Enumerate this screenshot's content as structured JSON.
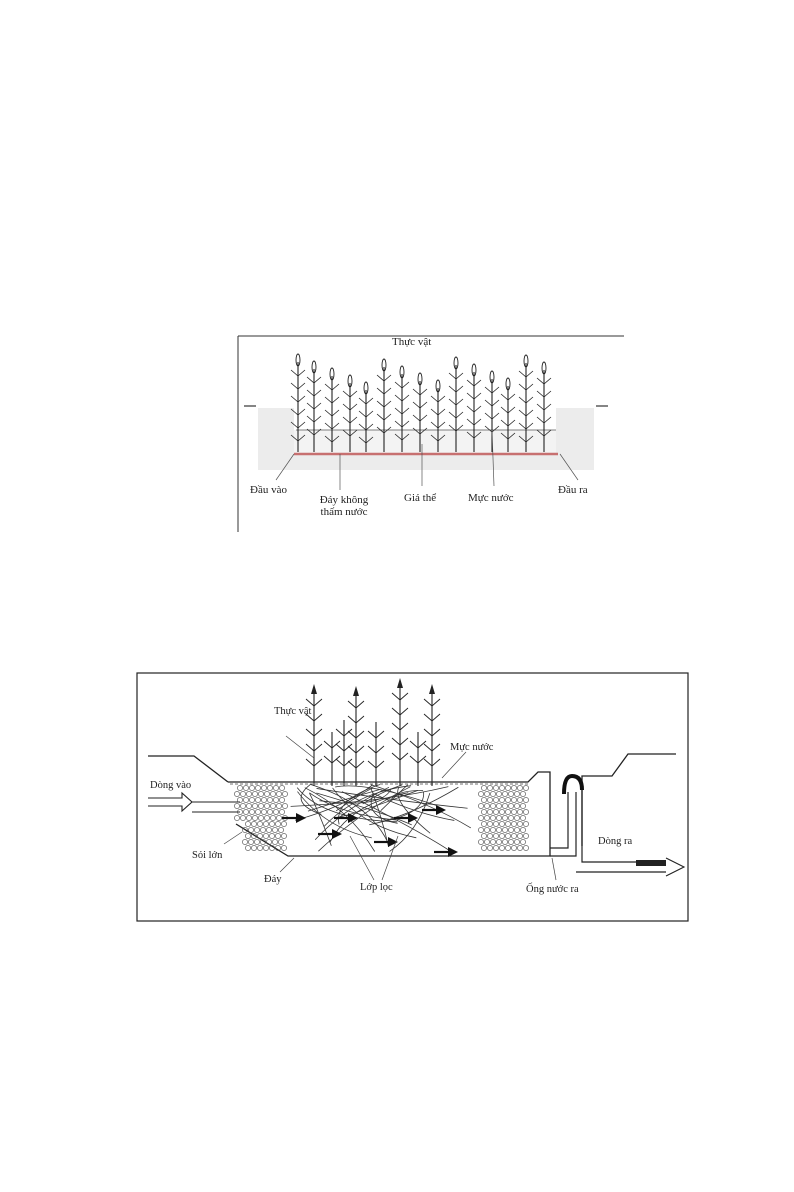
{
  "diagram_top": {
    "labels": {
      "plants": "Thực vật",
      "inlet": "Đầu vào",
      "impermeable_bottom": "Đáy không thấm nước",
      "substrate": "Giá thể",
      "water_level": "Mực nước",
      "outlet": "Đầu ra"
    },
    "colors": {
      "water_line": "#c77070",
      "plant": "#222222",
      "soil": "#e7e7e7"
    }
  },
  "diagram_bottom": {
    "labels": {
      "plants": "Thực vật",
      "water_level": "Mực nước",
      "inflow": "Dòng vào",
      "large_gravel": "Sỏi lớn",
      "bottom": "Đáy",
      "filter_layer": "Lớp lọc",
      "outflow": "Dòng ra",
      "outlet_pipe": "Ống nước ra"
    }
  }
}
